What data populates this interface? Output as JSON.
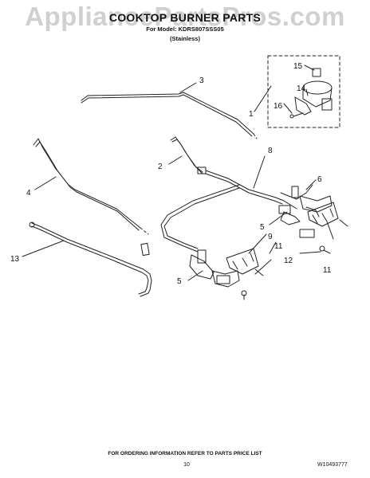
{
  "watermark": "AppliancePartsPros.com",
  "header": {
    "title": "COOKTOP BURNER PARTS",
    "subtitle": "For Model: KDRS807SSS05",
    "variant": "(Stainless)"
  },
  "callouts": [
    {
      "id": "c1",
      "label": "1"
    },
    {
      "id": "c2",
      "label": "2"
    },
    {
      "id": "c3",
      "label": "3"
    },
    {
      "id": "c4",
      "label": "4"
    },
    {
      "id": "c5a",
      "label": "5"
    },
    {
      "id": "c5b",
      "label": "5"
    },
    {
      "id": "c6",
      "label": "6"
    },
    {
      "id": "c8",
      "label": "8"
    },
    {
      "id": "c9",
      "label": "9"
    },
    {
      "id": "c11a",
      "label": "11"
    },
    {
      "id": "c11b",
      "label": "11"
    },
    {
      "id": "c12",
      "label": "12"
    },
    {
      "id": "c13",
      "label": "13"
    },
    {
      "id": "c14",
      "label": "14"
    },
    {
      "id": "c15",
      "label": "15"
    },
    {
      "id": "c16",
      "label": "16"
    }
  ],
  "footer": {
    "ordering_note": "FOR ORDERING INFORMATION REFER TO PARTS PRICE LIST",
    "page_number": "10",
    "document_number": "W10493777"
  }
}
